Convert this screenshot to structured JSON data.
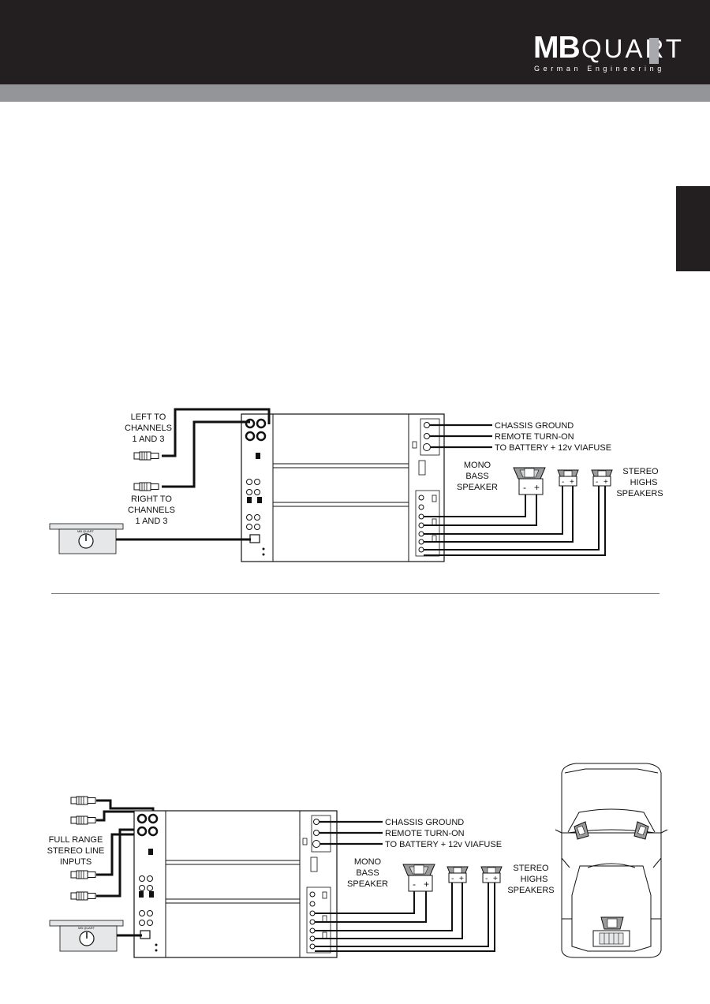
{
  "header": {
    "logo": {
      "brand_bold": "MB",
      "brand_light": "QUART",
      "tagline": "German Engineering"
    }
  },
  "diagram_1": {
    "input_left_label": [
      "LEFT TO",
      "CHANNELS",
      "1 AND 3"
    ],
    "input_right_label": [
      "RIGHT TO",
      "CHANNELS",
      "1 AND 3"
    ],
    "power_labels": [
      "CHASSIS GROUND",
      "REMOTE TURN-ON",
      "TO BATTERY + 12v VIAFUSE"
    ],
    "mono_label": [
      "MONO",
      "BASS",
      "SPEAKER"
    ],
    "stereo_label": [
      "STEREO",
      "HIGHS",
      "SPEAKERS"
    ],
    "terminal_signs": [
      "-",
      "+"
    ]
  },
  "diagram_2": {
    "input_label": [
      "FULL RANGE",
      "STEREO LINE",
      "INPUTS"
    ],
    "power_labels": [
      "CHASSIS GROUND",
      "REMOTE TURN-ON",
      "TO BATTERY + 12v VIAFUSE"
    ],
    "mono_label": [
      "MONO",
      "BASS",
      "SPEAKER"
    ],
    "stereo_label": [
      "STEREO",
      "HIGHS",
      "SPEAKERS"
    ],
    "terminal_signs": [
      "-",
      "+"
    ]
  },
  "remote_knob": {
    "brand": "MB QUART"
  },
  "colors": {
    "header": "#231f20",
    "band": "#939598",
    "line": "#111111",
    "fill_light": "#e6e7e8"
  }
}
